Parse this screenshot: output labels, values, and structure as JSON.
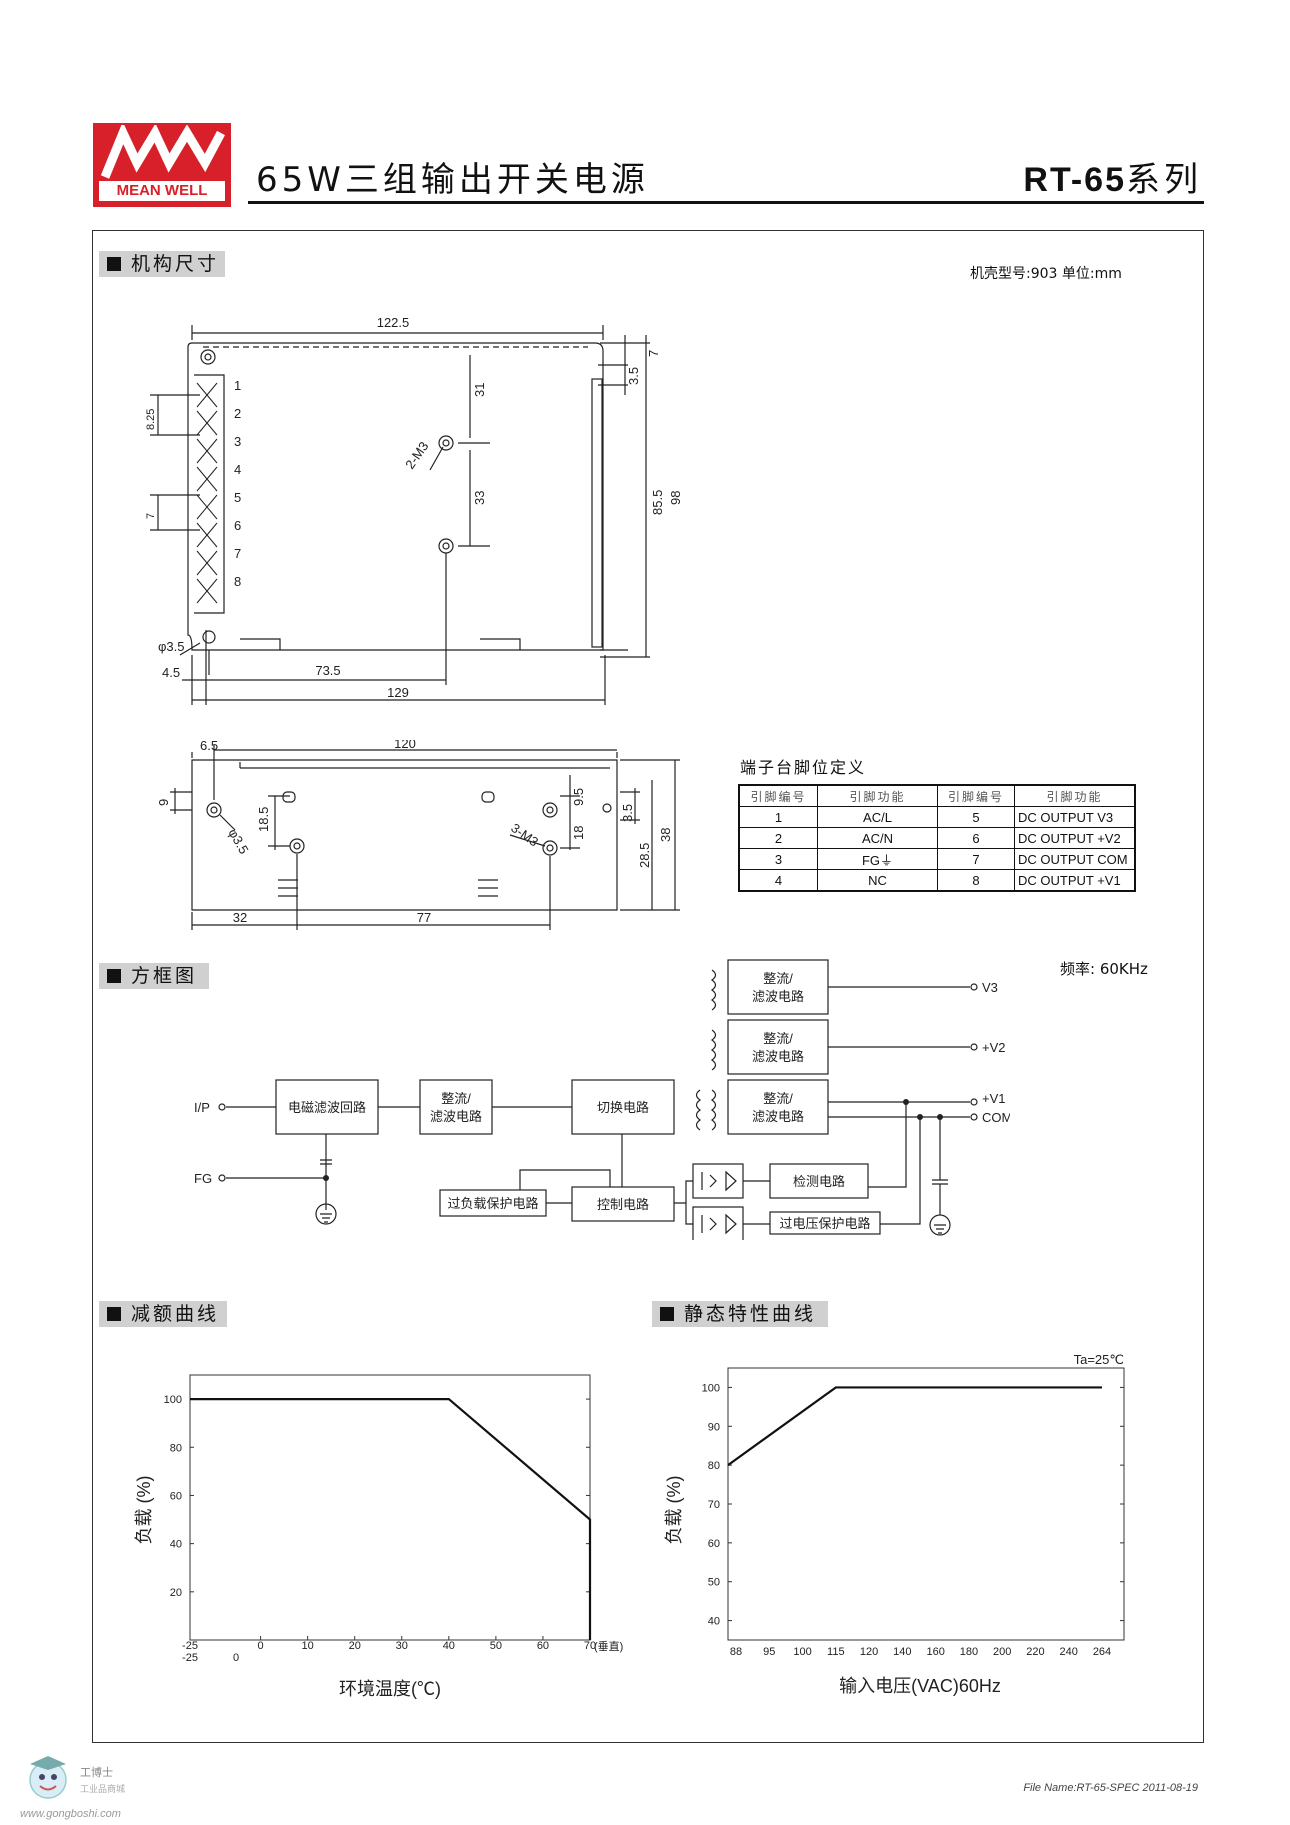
{
  "header": {
    "logo_text": "MEAN WELL",
    "title": "65W三组输出开关电源",
    "series_model": "RT-65",
    "series_suffix": "系列"
  },
  "sections": {
    "mechanical": "机构尺寸",
    "block": "方框图",
    "derating": "减额曲线",
    "static": "静态特性曲线"
  },
  "case_note": "机壳型号:903 单位:mm",
  "dimensions": {
    "top": [
      "122.5",
      "31",
      "33",
      "85.5",
      "98",
      "7",
      "3.5",
      "8.25",
      "7",
      "2-M3",
      "4.5",
      "73.5",
      "129"
    ],
    "top_pins": [
      "1",
      "2",
      "3",
      "4",
      "5",
      "6",
      "7",
      "8"
    ],
    "hole_note": "φ3.5",
    "side": [
      "6.5",
      "120",
      "9",
      "18.5",
      "9.5",
      "18",
      "3.5",
      "28.5",
      "38",
      "3-M3",
      "32",
      "77"
    ]
  },
  "pin_table": {
    "caption": "端子台脚位定义",
    "headers": [
      "引脚编号",
      "引脚功能",
      "引脚编号",
      "引脚功能"
    ],
    "rows": [
      [
        "1",
        "AC/L",
        "5",
        "DC OUTPUT V3"
      ],
      [
        "2",
        "AC/N",
        "6",
        "DC OUTPUT +V2"
      ],
      [
        "3",
        "FG⏚",
        "7",
        "DC OUTPUT COM"
      ],
      [
        "4",
        "NC",
        "8",
        "DC OUTPUT +V1"
      ]
    ]
  },
  "block_diagram": {
    "freq": "频率: 60KHz",
    "input": "I/P",
    "fg": "FG",
    "emi": "电磁滤波回路",
    "rect1": "整流/",
    "rect2": "滤波电路",
    "switch": "切换电路",
    "overload": "过负载保护电路",
    "control": "控制电路",
    "detect": "检测电路",
    "ovp": "过电压保护电路",
    "v3": "V3",
    "v2": "+V2",
    "v1": "+V1",
    "com": "COM"
  },
  "chart_data": [
    {
      "type": "line",
      "ylabel": "负载 (%)",
      "xlabel": "环境温度(℃)",
      "x_ticks": [
        "-25",
        "0",
        "10",
        "20",
        "30",
        "40",
        "50",
        "60",
        "70"
      ],
      "x_ticks_second": [
        "-25",
        "0"
      ],
      "x_suffix": "(垂直)",
      "y_ticks": [
        "20",
        "40",
        "60",
        "80",
        "100"
      ],
      "xlim": [
        -15,
        70
      ],
      "ylim": [
        0,
        110
      ],
      "series": [
        {
          "x": [
            -15,
            40,
            70,
            70
          ],
          "y": [
            100,
            100,
            50,
            0
          ]
        }
      ]
    },
    {
      "type": "line",
      "ylabel": "负载 (%)",
      "xlabel": "输入电压(VAC)60Hz",
      "annotation": "Ta=25℃",
      "categories": [
        "88",
        "95",
        "100",
        "115",
        "120",
        "140",
        "160",
        "180",
        "200",
        "220",
        "240",
        "264"
      ],
      "y_ticks": [
        "40",
        "50",
        "60",
        "70",
        "80",
        "90",
        "100"
      ],
      "ylim": [
        35,
        105
      ],
      "series": [
        {
          "x": [
            "88",
            "115",
            "264"
          ],
          "y": [
            80,
            100,
            100
          ]
        }
      ]
    }
  ],
  "footer": {
    "file": "File Name:RT-65-SPEC   2011-08-19",
    "watermark_name": "工博士",
    "watermark_sub": "工业品商城",
    "watermark_url": "www.gongboshi.com"
  }
}
